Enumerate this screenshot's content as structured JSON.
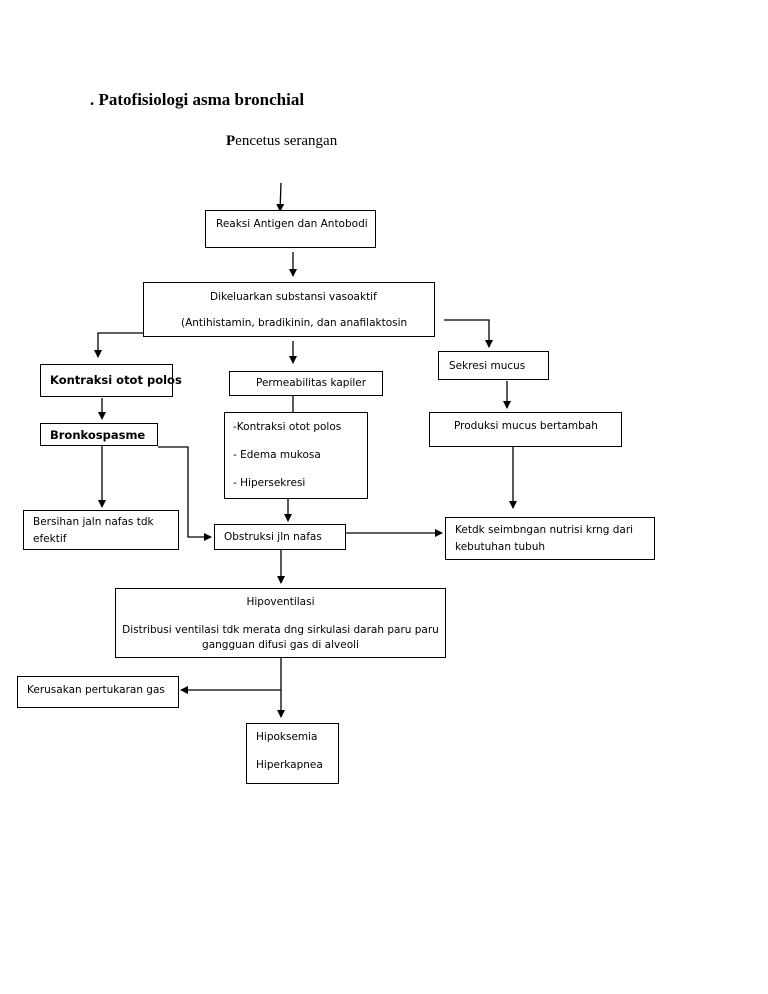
{
  "heading": {
    "title": ". Patofisiologi asma bronchial",
    "subtitle_first": "P",
    "subtitle_rest": "encetus serangan"
  },
  "nodes": {
    "reaksi": "Reaksi Antigen dan Antobodi",
    "dikeluarkan_line1": "Dikeluarkan substansi vasoaktif",
    "dikeluarkan_line2": "(Antihistamin, bradikinin, dan anafilaktosin",
    "kontraksi": "Kontraksi otot polos",
    "permeabilitas": "Permeabilitas kapiler",
    "sekresi": "Sekresi mucus",
    "bronkospasme": "Bronkospasme",
    "list_1": "-Kontraksi otot polos",
    "list_2": "- Edema mukosa",
    "list_3": "- Hipersekresi",
    "produksi": "Produksi  mucus bertambah",
    "bersihan_line1": "Bersihan jaln nafas tdk",
    "bersihan_line2": "efektif",
    "obstruksi": "Obstruksi jln  nafas",
    "ketdk_line1": "Ketdk seimbngan nutrisi krng dari",
    "ketdk_line2": "kebutuhan tubuh",
    "hipo_title": "Hipoventilasi",
    "hipo_line2": "Distribusi ventilasi tdk merata dng sirkulasi darah paru paru",
    "hipo_line3": "gangguan difusi gas di alveoli",
    "kerusakan": "Kerusakan pertukaran gas",
    "hipoksemia": "Hipoksemia",
    "hiperkapnea": "Hiperkapnea"
  }
}
